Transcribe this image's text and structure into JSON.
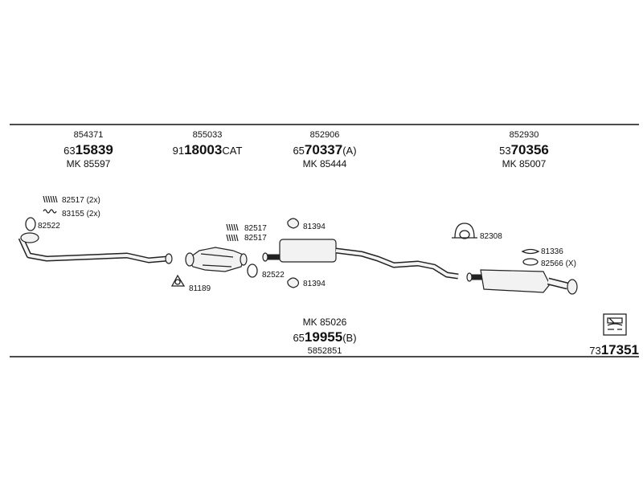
{
  "groups": [
    {
      "ref_top": "854371",
      "code_prefix": "63",
      "code_main": "15839",
      "code_suffix": "",
      "kit": "MK  85597"
    },
    {
      "ref_top": "855033",
      "code_prefix": "91",
      "code_main": "18003",
      "code_suffix": "CAT",
      "kit": ""
    },
    {
      "ref_top": "852906",
      "code_prefix": "65",
      "code_main": "70337",
      "code_suffix": "(A)",
      "kit": "MK  85444"
    },
    {
      "ref_top": "852930",
      "code_prefix": "53",
      "code_main": "70356",
      "code_suffix": "",
      "kit": "MK  85007"
    }
  ],
  "parts": {
    "p82517_2x": "82517 (2x)",
    "p83155_2x": "83155 (2x)",
    "p82522_a": "82522",
    "p82517_a": "82517",
    "p82517_b": "82517",
    "p81189": "81189",
    "p82522_b": "82522",
    "p81394_a": "81394",
    "p81394_b": "81394",
    "p82308": "82308",
    "p81336": "81336",
    "p82566_x": "82566 (X)"
  },
  "bottom": {
    "kit": "MK  85026",
    "code_prefix": "65",
    "code_main": "19955",
    "code_suffix": "(B)",
    "ref": "5852851"
  },
  "diagram_no": {
    "prefix": "73",
    "main": "17351"
  },
  "icons": [
    "bolt-icon",
    "spring-icon",
    "gasket-icon",
    "clamp-icon",
    "rubber-hanger-icon",
    "catalog-symbol-icon"
  ]
}
